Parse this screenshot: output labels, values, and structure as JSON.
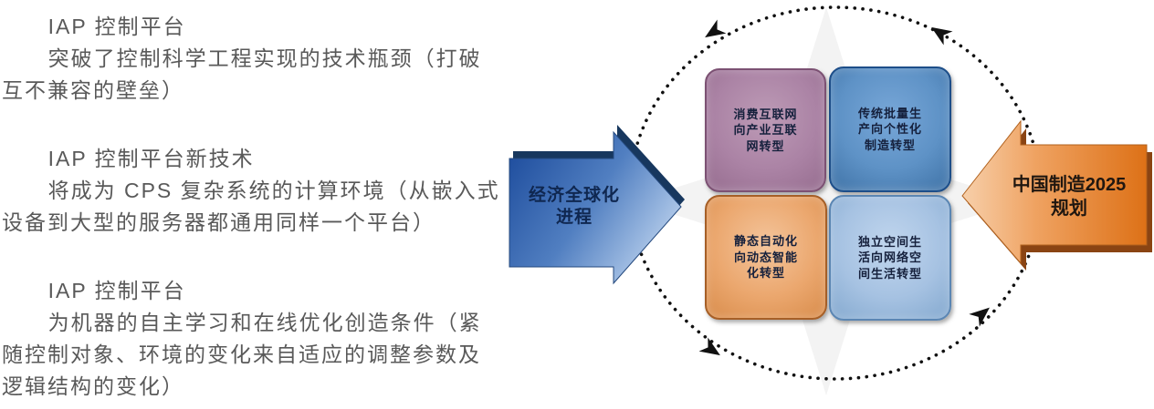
{
  "page": {
    "background": "#ffffff"
  },
  "notes": {
    "text_color": "#595959",
    "blocks": [
      {
        "title": "IAP 控制平台",
        "body": [
          "突破了控制科学工程实现的技术瓶颈（打破",
          "互不兼容的壁垒）"
        ]
      },
      {
        "title": "IAP 控制平台新技术",
        "body": [
          "将成为 CPS 复杂系统的计算环境（从嵌入式",
          "设备到大型的服务器都通用同样一个平台）"
        ]
      },
      {
        "title": "IAP 控制平台",
        "body": [
          "为机器的自主学习和在线优化创造条件（紧",
          "随控制对象、环境的变化来自适应的调整参数及",
          "逻辑结构的变化）"
        ]
      }
    ]
  },
  "diagram": {
    "cycle": {
      "style": "dotted-ellipse",
      "direction": "counterclockwise",
      "color": "#111111"
    },
    "background_star_color": "#f3f3f3",
    "left_arrow": {
      "lines": [
        "经济全球化",
        "进程"
      ],
      "fill": "#2a57a5",
      "accent": "#17375e",
      "points": "right"
    },
    "right_arrow": {
      "lines": [
        "中国制造2025",
        "规划"
      ],
      "fill": "#e0761f",
      "accent": "#8a4413",
      "points": "left"
    },
    "boxes": [
      {
        "position": "top-left",
        "fill": "#ab83a5",
        "lines": [
          "消费互联网",
          "向产业互联",
          "网转型"
        ]
      },
      {
        "position": "top-right",
        "fill": "#5e92c6",
        "lines": [
          "传统批量生",
          "产向个性化",
          "制造转型"
        ]
      },
      {
        "position": "bottom-left",
        "fill": "#eba76e",
        "lines": [
          "静态自动化",
          "向动态智能",
          "化转型"
        ]
      },
      {
        "position": "bottom-right",
        "fill": "#a6c2e2",
        "lines": [
          "独立空间生",
          "活向网络空",
          "间生活转型"
        ]
      }
    ]
  }
}
